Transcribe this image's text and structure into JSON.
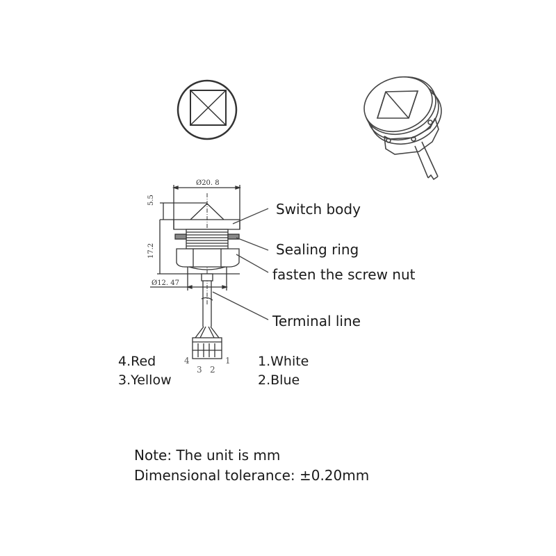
{
  "diagram": {
    "views": {
      "top_view": {
        "name": "Top view of switch (square prism button inside circle)"
      },
      "iso_view": {
        "name": "Isometric view of switch"
      },
      "side_view": {
        "name": "Side section view with dimensions"
      }
    },
    "dimensions": {
      "top_diameter": "Ø20. 8",
      "head_height": "5.5",
      "body_length": "17.2",
      "thread_diameter": "Ø12. 47"
    },
    "callouts": [
      {
        "id": "switch_body",
        "label": "Switch body"
      },
      {
        "id": "sealing_ring",
        "label": "Sealing ring"
      },
      {
        "id": "screw_nut",
        "label": "fasten the screw nut"
      },
      {
        "id": "terminal_line",
        "label": "Terminal line"
      }
    ],
    "connector_pins": {
      "pin4": "4",
      "pin3": "3",
      "pin2": "2",
      "pin1": "1"
    },
    "wire_colors": {
      "left": [
        "4.Red",
        "3.Yellow"
      ],
      "right": [
        "1.White",
        "2.Blue"
      ]
    },
    "notes": {
      "unit": "Note: The unit is mm",
      "tolerance": "Dimensional tolerance: ±0.20mm"
    }
  }
}
